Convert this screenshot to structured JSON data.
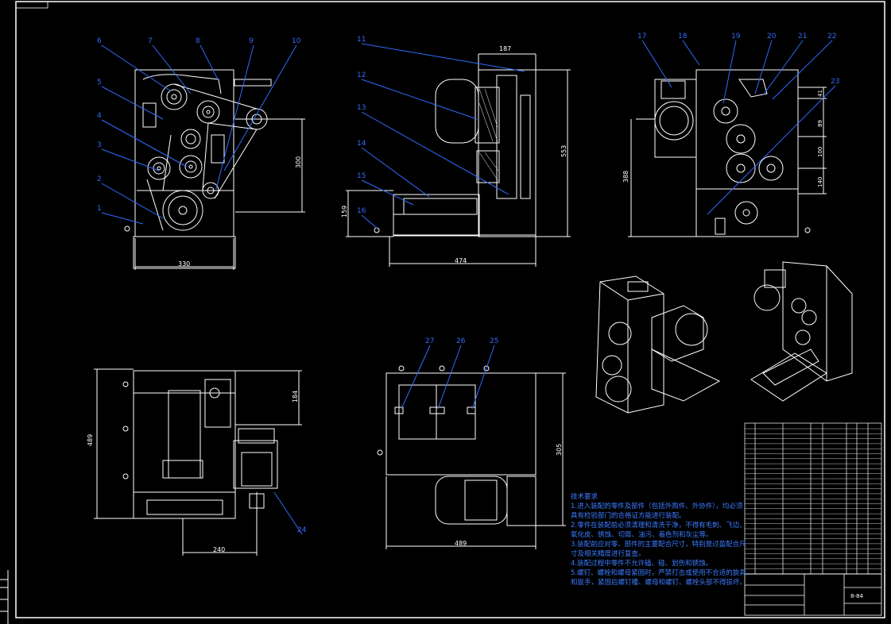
{
  "sheet": {
    "corner_tag": "",
    "title_block_code": "8-84"
  },
  "part_labels": [
    {
      "id": "1",
      "text": "1"
    },
    {
      "id": "2",
      "text": "2"
    },
    {
      "id": "3",
      "text": "3"
    },
    {
      "id": "4",
      "text": "4"
    },
    {
      "id": "5",
      "text": "5"
    },
    {
      "id": "6",
      "text": "6"
    },
    {
      "id": "7",
      "text": "7"
    },
    {
      "id": "8",
      "text": "8"
    },
    {
      "id": "9",
      "text": "9"
    },
    {
      "id": "10",
      "text": "10"
    },
    {
      "id": "11",
      "text": "11"
    },
    {
      "id": "12",
      "text": "12"
    },
    {
      "id": "13",
      "text": "13"
    },
    {
      "id": "14",
      "text": "14"
    },
    {
      "id": "15",
      "text": "15"
    },
    {
      "id": "16",
      "text": "16"
    },
    {
      "id": "17",
      "text": "17"
    },
    {
      "id": "18",
      "text": "18"
    },
    {
      "id": "19",
      "text": "19"
    },
    {
      "id": "20",
      "text": "20"
    },
    {
      "id": "21",
      "text": "21"
    },
    {
      "id": "22",
      "text": "22"
    },
    {
      "id": "23",
      "text": "23"
    },
    {
      "id": "24",
      "text": "24"
    },
    {
      "id": "25",
      "text": "25"
    },
    {
      "id": "26",
      "text": "26"
    },
    {
      "id": "27",
      "text": "27"
    }
  ],
  "dimensions": {
    "front_width": "330",
    "front_height": "300",
    "side_top": "187",
    "side_height": "553",
    "side_base": "159",
    "side_width": "474",
    "rear_height": "388",
    "rear_d1": "41",
    "rear_d2": "89",
    "rear_d3": "100",
    "rear_d4": "140",
    "top_height": "489",
    "top_inner": "184",
    "top_width": "240",
    "plan_height": "305",
    "plan_width": "489"
  },
  "notes": {
    "title": "技术要求",
    "lines": [
      "1.进入装配的零件及部件（包括外购件、外协件），均必须具有检验部门的合格证方能进行装配。",
      "2.零件在装配前必须清理和清洗干净，不得有毛刺、飞边、氧化皮、锈蚀、切屑、油污、着色剂和灰尘等。",
      "3.装配前应对零、部件的主要配合尺寸，特别是过盈配合尺寸及相关精度进行复查。",
      "4.装配过程中零件不允许磕、碰、划伤和锈蚀。",
      "5.螺钉、螺栓和螺母紧固时，严禁打击或使用不合适的旋具和扳手，紧固后螺钉槽、螺母和螺钉、螺栓头部不得损坏。"
    ]
  },
  "colors": {
    "line": "#ffffff",
    "leader": "#2f6bff",
    "dim": "#ffffff",
    "background": "#000000"
  }
}
